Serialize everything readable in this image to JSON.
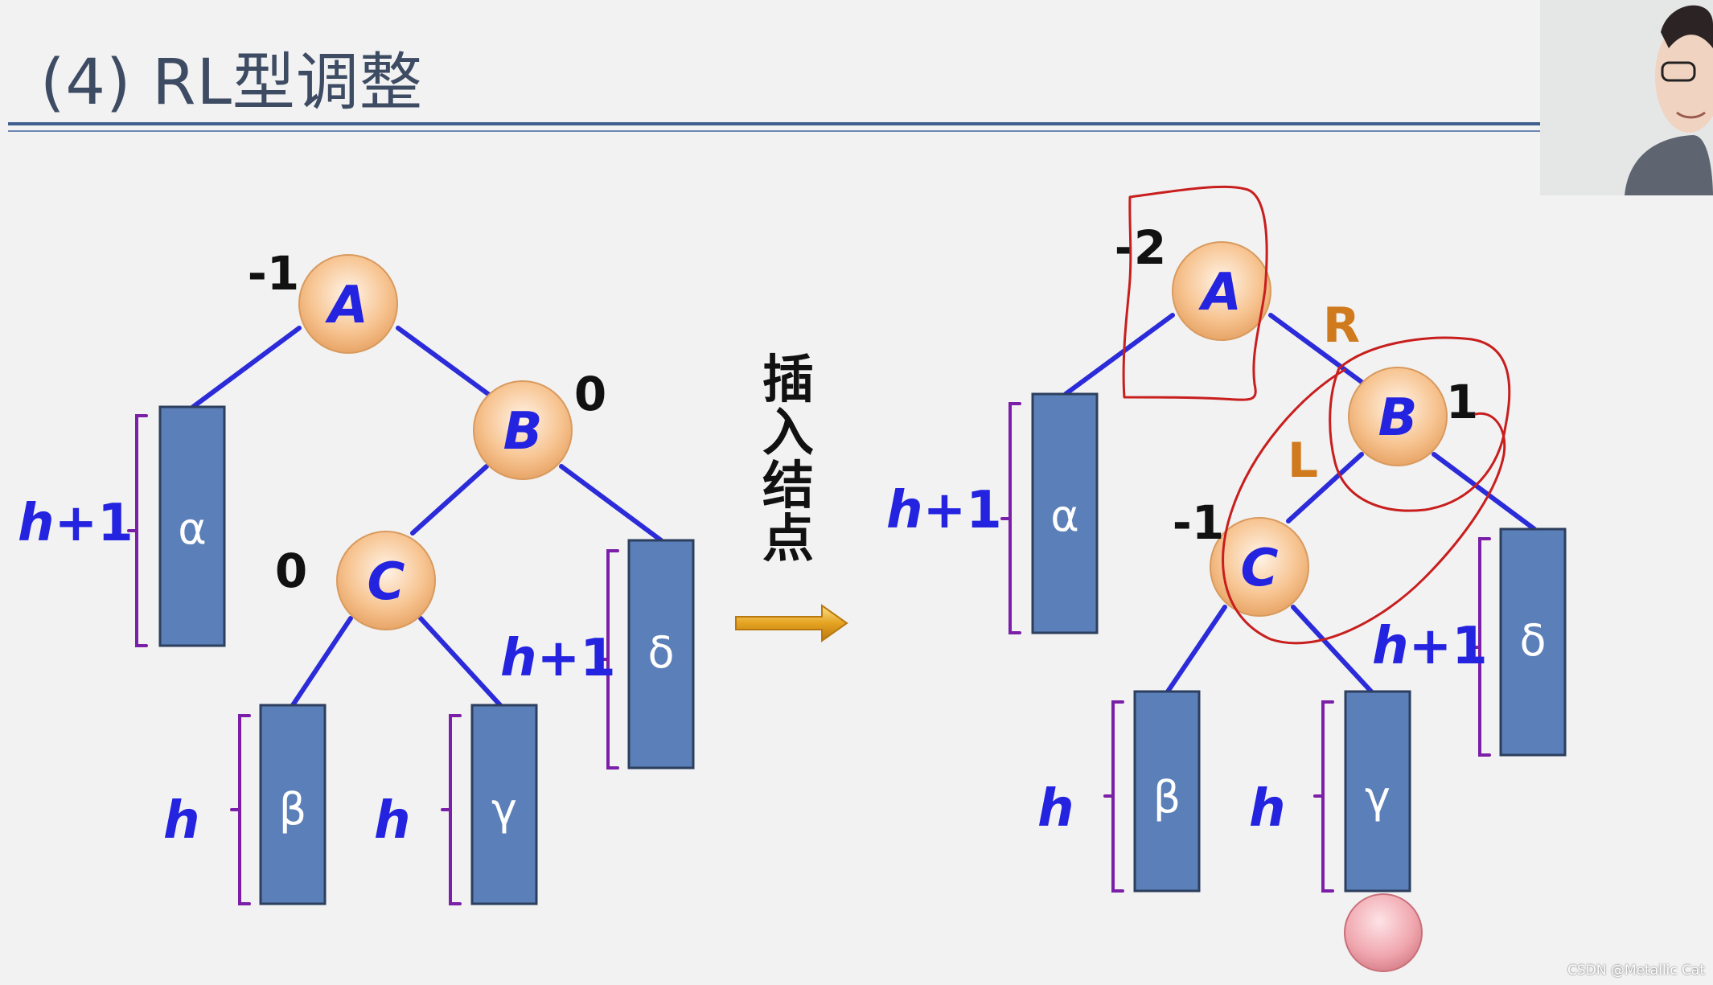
{
  "title": "(4) RL型调整",
  "insert_label": [
    "插",
    "入",
    "结",
    "点"
  ],
  "watermark": "CSDN @Metallic Cat",
  "left_tree": {
    "nodes": [
      {
        "label": "A",
        "balance": "-1"
      },
      {
        "label": "B",
        "balance": "0"
      },
      {
        "label": "C",
        "balance": "0"
      }
    ],
    "subtrees": [
      {
        "symbol": "α",
        "height_h": "h",
        "height_suffix": "+1"
      },
      {
        "symbol": "β",
        "height_h": "h",
        "height_suffix": ""
      },
      {
        "symbol": "γ",
        "height_h": "h",
        "height_suffix": ""
      },
      {
        "symbol": "δ",
        "height_h": "h",
        "height_suffix": "+1"
      }
    ]
  },
  "right_tree": {
    "nodes": [
      {
        "label": "A",
        "balance": "-2"
      },
      {
        "label": "B",
        "balance": "1"
      },
      {
        "label": "C",
        "balance": "-1"
      }
    ],
    "subtrees": [
      {
        "symbol": "α",
        "height_h": "h",
        "height_suffix": "+1"
      },
      {
        "symbol": "β",
        "height_h": "h",
        "height_suffix": ""
      },
      {
        "symbol": "γ",
        "height_h": "h",
        "height_suffix": ""
      },
      {
        "symbol": "δ",
        "height_h": "h",
        "height_suffix": "+1"
      }
    ],
    "edge_labels": [
      "R",
      "L"
    ]
  },
  "colors": {
    "edge": "#2b2bd9",
    "node_fill": "#f7c491",
    "node_text": "#2323e0",
    "box_fill": "#5b7fb8",
    "box_stroke": "#2c3f5e",
    "bracket": "#7b1fa8",
    "height_text": "#2323e0",
    "rl_label": "#d07a1e",
    "annotation": "#c81e1e",
    "inserted_node": "#ee9aa4",
    "arrow": "#e5a322"
  }
}
